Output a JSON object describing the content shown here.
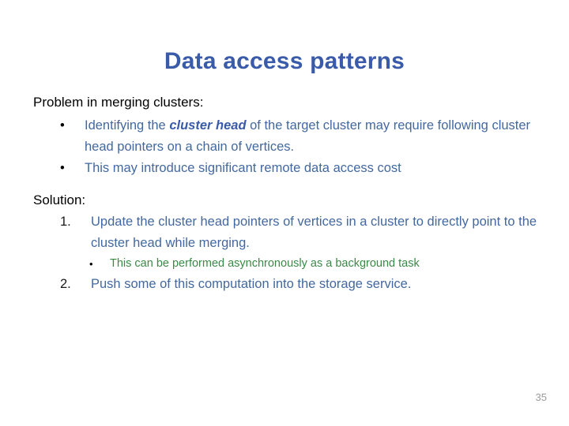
{
  "slide": {
    "title": "Data access patterns",
    "page_number": "35",
    "colors": {
      "title_blue": "#3A5BA9",
      "body_blue": "#43689F",
      "accent_green": "#3A8A47",
      "heading_black": "#000000",
      "page_number_gray": "#9A9A9A",
      "background": "#FFFFFF"
    },
    "sections": [
      {
        "heading": "Problem in merging clusters:",
        "bullets": [
          {
            "marker": "•",
            "text_before": "Identifying the ",
            "emphasis": "cluster head",
            "text_after": " of the target cluster may require following cluster head pointers on a chain of vertices."
          },
          {
            "marker": "•",
            "text_before": "This may introduce significant remote data access cost",
            "emphasis": "",
            "text_after": ""
          }
        ]
      },
      {
        "heading": "Solution:",
        "numbered": [
          {
            "marker": "1.",
            "text": "Update the cluster head pointers of vertices in a cluster to directly point to the cluster head while merging.",
            "sub": [
              {
                "marker": "•",
                "text": "This can be performed asynchronously as a background task"
              }
            ]
          },
          {
            "marker": "2.",
            "text": "Push some of this computation into the storage service.",
            "sub": []
          }
        ]
      }
    ]
  }
}
